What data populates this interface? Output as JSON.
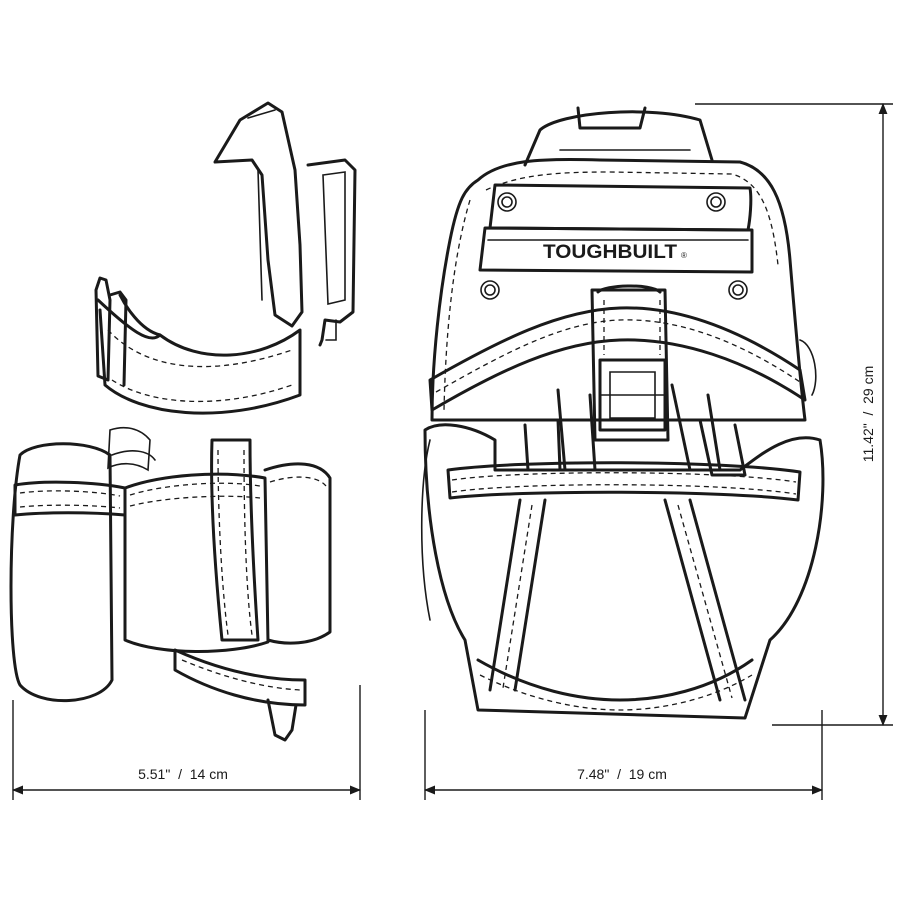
{
  "brand": {
    "name": "TOUGHBUILT",
    "mark": "®"
  },
  "dimensions": {
    "side_width": "5.51\"  /  14 cm",
    "front_width": "7.48\"  /  19 cm",
    "front_height": "11.42\"  /  29 cm"
  },
  "icons": {
    "side_view": "tool-pouch-side-view",
    "front_view": "tool-pouch-front-view"
  },
  "colors": {
    "line": "#1a1a1a",
    "background": "#ffffff"
  }
}
